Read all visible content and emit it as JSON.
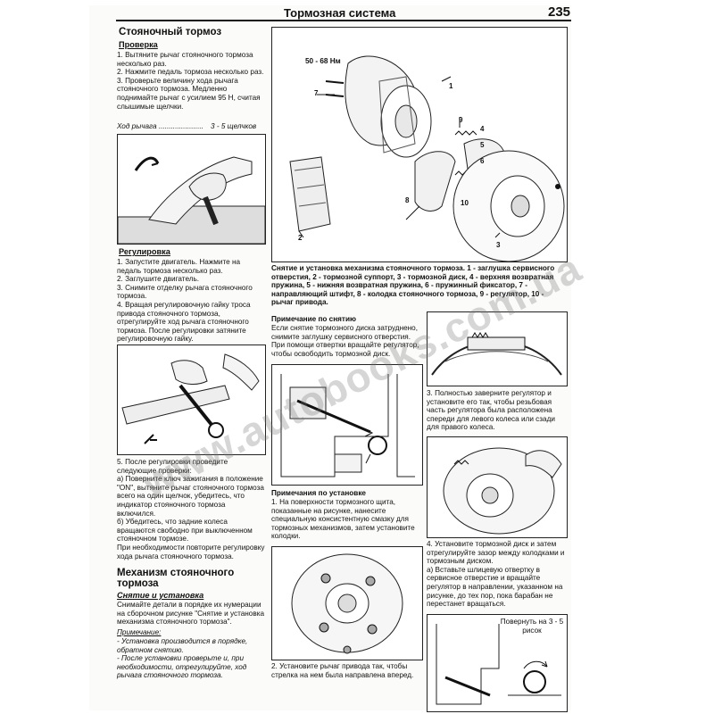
{
  "header": {
    "title": "Тормозная система",
    "page_number": "235"
  },
  "left": {
    "h_parking": "Стояночный тормоз",
    "h_check": "Проверка",
    "check_text": "1. Вытяните рычаг стояночного тормоза несколько раз.\n2. Нажмите педаль тормоза несколько раз.\n3. Проверьте величину хода рычага стояночного тормоза. Медленно поднимайте рычаг с усилием 95 Н, считая слышимые щелчки.",
    "stroke_label": "Ход рычага",
    "stroke_value": "3 - 5 щелчков",
    "h_adjust": "Регулировка",
    "adjust_text": "1. Запустите двигатель. Нажмите на педаль тормоза несколько раз.\n2. Заглушите двигатель.\n3. Снимите отделку рычага стояночного тормоза.\n4. Вращая регулировочную гайку троса привода стояночного тормоза, отрегулируйте ход рычага стояночного тормоза. После регулировки затяните регулировочную гайку.",
    "after_text": "5. После регулировки проведите следующие проверки:\nа) Поверните ключ зажигания в положение \"ON\", вытяните рычаг стояночного тормоза всего на один щелчок, убедитесь, что индикатор стояночного тормоза включился.\nб) Убедитесь, что задние колеса вращаются свободно при выключенном стояночном тормозе.\nПри необходимости повторите регулировку хода рычага стояночного тормоза.",
    "h_mech": "Механизм стояночного тормоза",
    "h_removal": "Снятие и установка",
    "removal_text": "Снимайте детали в порядке их нумерации на сборочном рисунке \"Снятие и установка механизма стояночного тормоза\".",
    "note_label": "Примечание:",
    "note_text": "- Установка производится в порядке, обратном снятию.\n- После установки проверьте и, при необходимости, отрегулируйте, ход рычага стояночного тормоза."
  },
  "figure_main": {
    "torque": "50 - 68 Нм",
    "callouts": [
      "7",
      "1",
      "9",
      "4",
      "5",
      "6",
      "8",
      "10",
      "2",
      "3"
    ],
    "caption": "Снятие и установка механизма стояночного тормоза. 1 - заглушка сервисного отверстия, 2 - тормозной суппорт, 3 - тормозной диск, 4 - верхняя возвратная пружина, 5 - нижняя возвратная пружина, 6 - пружинный фиксатор, 7 - направляющий штифт, 8 - колодка стояночного тормоза, 9 - регулятор, 10 - рычаг привода."
  },
  "mid": {
    "removal_note_title": "Примечание по снятию",
    "removal_note_text": "Если снятие тормозного диска затруднено, снимите заглушку сервисного отверстия. При помощи отвертки вращайте регулятор, чтобы освободить тормозной диск.",
    "install_title": "Примечания по установке",
    "install_text": "1. На поверхности тормозного щита, показанные на рисунке, нанесите специальную консистентную смазку для тормозных механизмов, затем установите колодки.",
    "step2_text": "2. Установите рычаг привода так, чтобы стрелка на нем была направлена вперед."
  },
  "right": {
    "step3_text": "3. Полностью заверните регулятор и установите его так, чтобы резьбовая часть регулятора была расположена спереди для левого колеса или сзади для правого колеса.",
    "step4_text": "4. Установите тормозной диск и затем отрегулируйте зазор между колодками и тормозным диском.\nа) Вставьте шлицевую отвертку в сервисное отверстие и вращайте регулятор в направлении, указанном на рисунке, до тех пор, пока барабан не перестанет вращаться.",
    "turn_label": "Повернуть на 3 - 5 рисок"
  },
  "watermark": "www.autobooks.com.ua",
  "colors": {
    "ink": "#111111",
    "paper": "#fbfbf9",
    "watermark": "#9a9a9a"
  }
}
